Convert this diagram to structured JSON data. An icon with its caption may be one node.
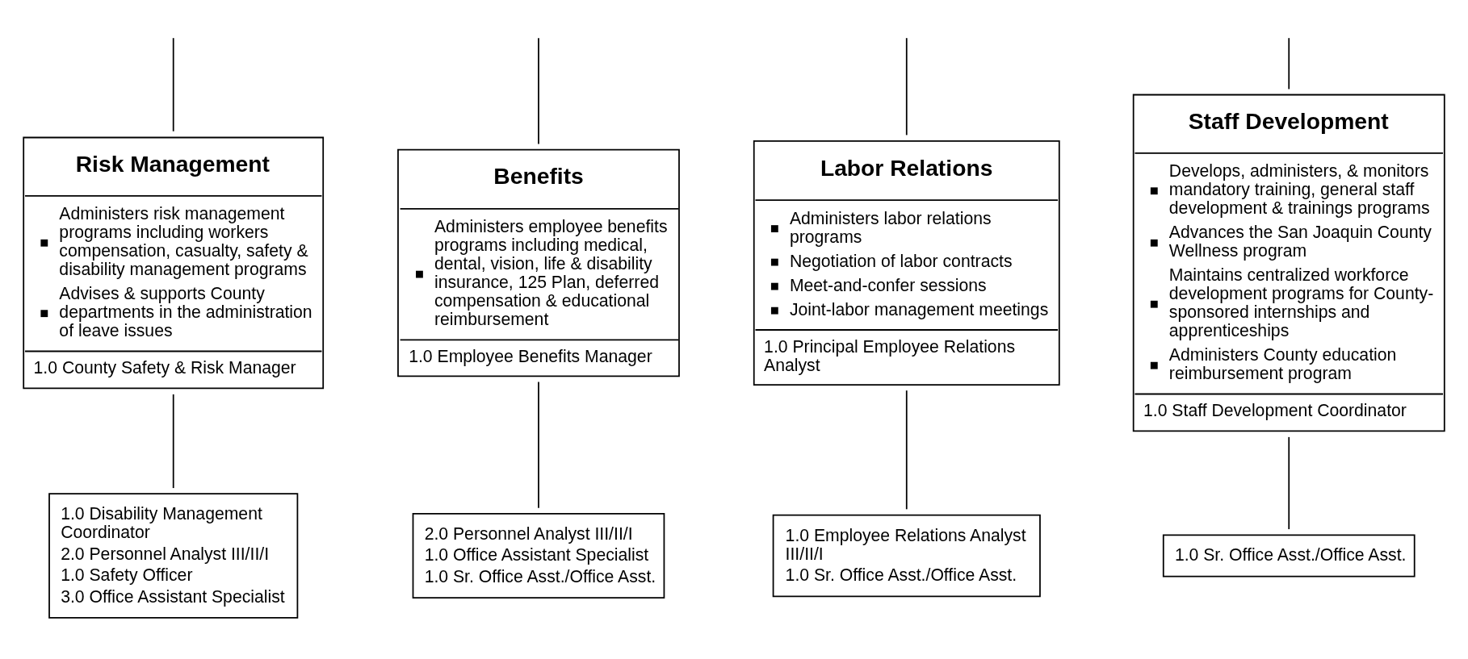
{
  "diagram": {
    "nodes": [
      {
        "text": [
          "Risk Management",
          "Administers risk management programs including workers compensation, casualty, safety & disability management programs",
          "Advises & supports County departments in the administration of leave issues",
          "1.0 County Safety & Risk Manager"
        ]
      },
      {
        "text": [
          "Benefits",
          "Administers employee benefits programs including medical, dental, vision, life & disability insurance, 125 Plan, deferred compensation & educational reimbursement",
          "1.0 Employee Benefits Manager"
        ]
      },
      {
        "text": [
          "Labor Relations",
          "Administers labor relations programs",
          "Negotiation of labor contracts",
          "Meet-and-confer sessions",
          "Joint-labor management meetings",
          "1.0 Principal Employee Relations Analyst"
        ]
      },
      {
        "text": [
          "Staff Development",
          "Develops, administers, & monitors mandatory training, general staff development & trainings programs",
          "Advances the San Joaquin County Wellness program",
          "Maintains centralized workforce development programs for County-sponsored internships and apprenticeships",
          "Administers County education reimbursement program",
          "1.0 Staff Development Coordinator"
        ]
      },
      {
        "text": [
          "1.0 Disability Management Coordinator",
          "2.0 Personnel Analyst III/II/I",
          "1.0 Safety Officer",
          "3.0 Office Assistant Specialist"
        ]
      },
      {
        "text": [
          "2.0 Personnel Analyst III/II/I",
          "1.0 Office Assistant Specialist",
          "1.0 Sr. Office Asst./Office Asst."
        ]
      },
      {
        "text": [
          "1.0 Employee Relations Analyst III/II/I",
          "1.0 Sr. Office Asst./Office Asst."
        ]
      },
      {
        "text": [
          "1.0 Sr. Office Asst./Office Asst."
        ]
      }
    ],
    "edges": [
      {
        "from": null,
        "to": 0,
        "arrow": "none"
      },
      {
        "from": null,
        "to": 1,
        "arrow": "none"
      },
      {
        "from": null,
        "to": 2,
        "arrow": "none"
      },
      {
        "from": null,
        "to": 3,
        "arrow": "none"
      },
      {
        "from": 0,
        "to": 4,
        "arrow": "none"
      },
      {
        "from": 1,
        "to": 5,
        "arrow": "none"
      },
      {
        "from": 2,
        "to": 6,
        "arrow": "none"
      },
      {
        "from": 3,
        "to": 7,
        "arrow": "none"
      }
    ]
  }
}
